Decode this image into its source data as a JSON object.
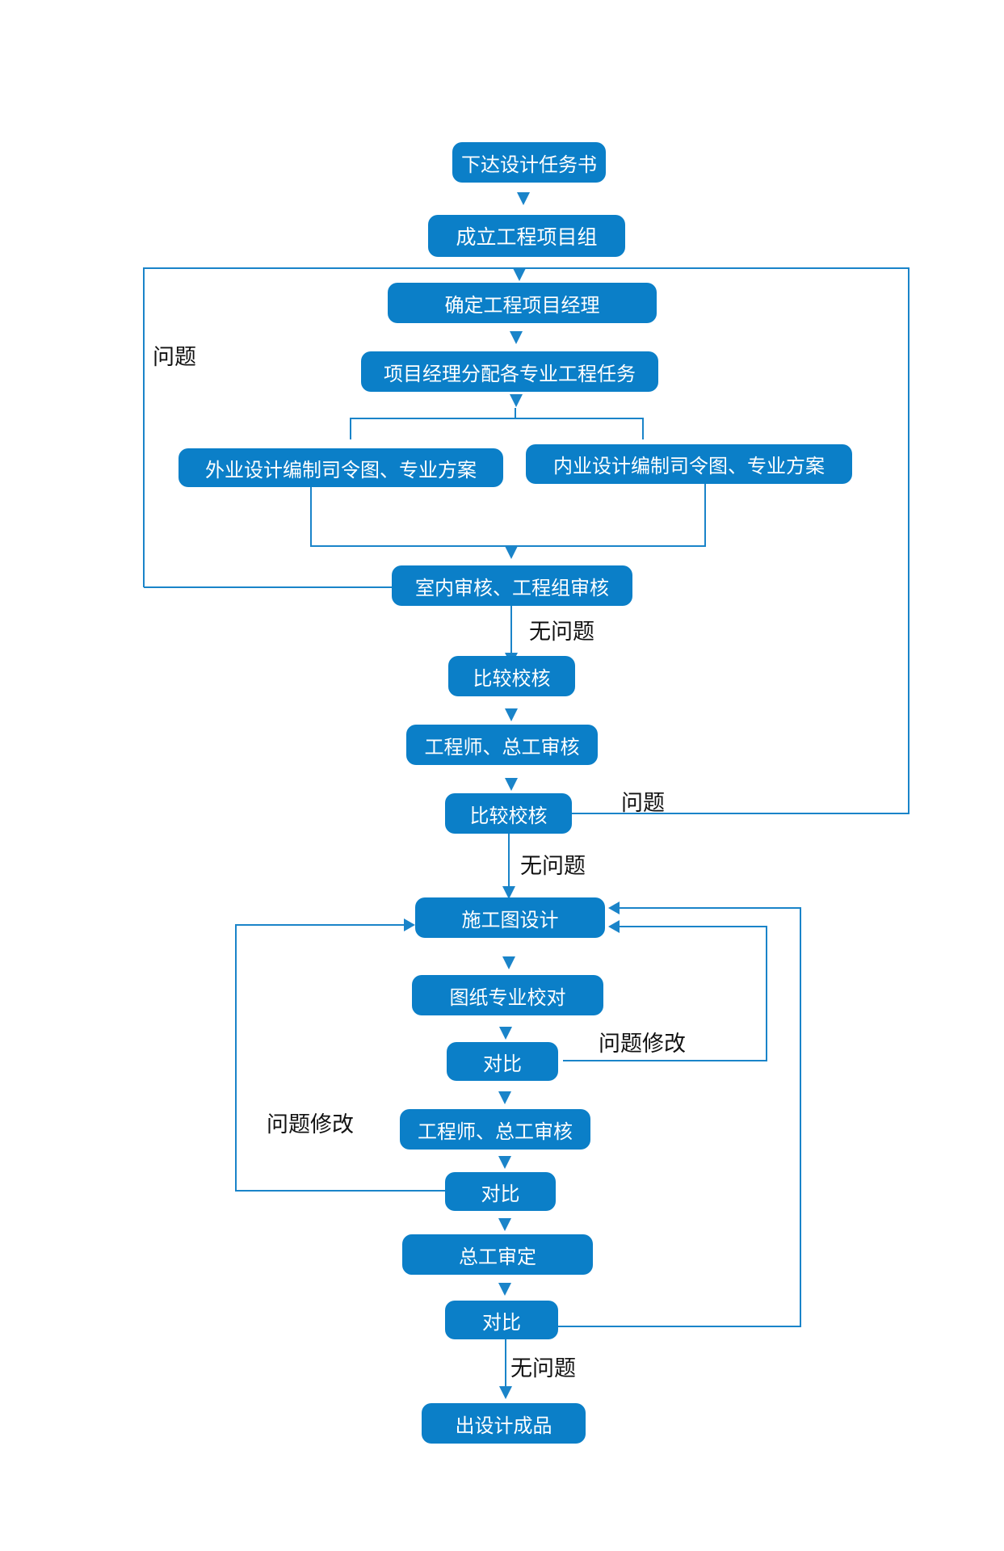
{
  "colors": {
    "box": "#0b7fc8",
    "line": "#1a84c9",
    "text": "#111111"
  },
  "nodes": {
    "n1": "下达设计任务书",
    "n2": "成立工程项目组",
    "n3": "确定工程项目经理",
    "n4": "项目经理分配各专业工程任务",
    "n5": "外业设计编制司令图、专业方案",
    "n6": "内业设计编制司令图、专业方案",
    "n7": "室内审核、工程组审核",
    "n8": "比较校核",
    "n9": "工程师、总工审核",
    "n10": "比较校核",
    "n11": "施工图设计",
    "n12": "图纸专业校对",
    "n13": "对比",
    "n14": "工程师、总工审核",
    "n15": "对比",
    "n16": "总工审定",
    "n17": "对比",
    "n18": "出设计成品"
  },
  "labels": {
    "l1": "问题",
    "l2": "无问题",
    "l3": "问题",
    "l4": "无问题",
    "l5": "问题修改",
    "l6": "问题修改",
    "l7": "无问题"
  }
}
